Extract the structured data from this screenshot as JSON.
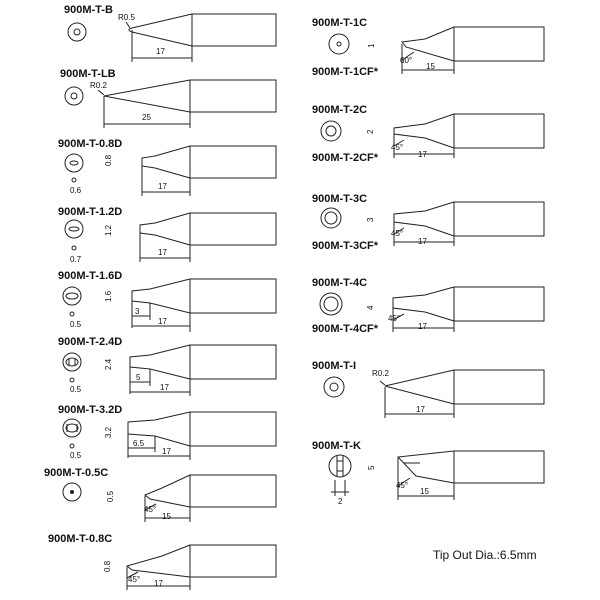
{
  "colors": {
    "line": "#222222",
    "background": "#ffffff"
  },
  "footer": {
    "tip_out": "Tip Out Dia.:6.5mm"
  },
  "tips": [
    {
      "model": "900M-T-B",
      "dims": [
        "R0.5",
        "17"
      ]
    },
    {
      "model": "900M-T-LB",
      "dims": [
        "R0.2",
        "25"
      ]
    },
    {
      "model": "900M-T-0.8D",
      "dims": [
        "0.8",
        "0.6",
        "17"
      ]
    },
    {
      "model": "900M-T-1.2D",
      "dims": [
        "1.2",
        "0.7",
        "17"
      ]
    },
    {
      "model": "900M-T-1.6D",
      "dims": [
        "1.6",
        "0.5",
        "3",
        "17"
      ]
    },
    {
      "model": "900M-T-2.4D",
      "dims": [
        "2.4",
        "0.5",
        "5",
        "17"
      ]
    },
    {
      "model": "900M-T-3.2D",
      "dims": [
        "3.2",
        "0.5",
        "6.5",
        "17"
      ]
    },
    {
      "model": "900M-T-0.5C",
      "dims": [
        "0.5",
        "45°",
        "15"
      ]
    },
    {
      "model": "900M-T-0.8C",
      "dims": [
        "0.8",
        "45°",
        "17"
      ]
    },
    {
      "model": "900M-T-1C",
      "alt": "900M-T-1CF*",
      "dims": [
        "1",
        "60°",
        "15"
      ]
    },
    {
      "model": "900M-T-2C",
      "alt": "900M-T-2CF*",
      "dims": [
        "2",
        "45°",
        "17"
      ]
    },
    {
      "model": "900M-T-3C",
      "alt": "900M-T-3CF*",
      "dims": [
        "3",
        "45°",
        "17"
      ]
    },
    {
      "model": "900M-T-4C",
      "alt": "900M-T-4CF*",
      "dims": [
        "4",
        "45°",
        "17"
      ]
    },
    {
      "model": "900M-T-I",
      "dims": [
        "R0.2",
        "17"
      ]
    },
    {
      "model": "900M-T-K",
      "dims": [
        "5",
        "45°",
        "2",
        "15"
      ]
    }
  ]
}
